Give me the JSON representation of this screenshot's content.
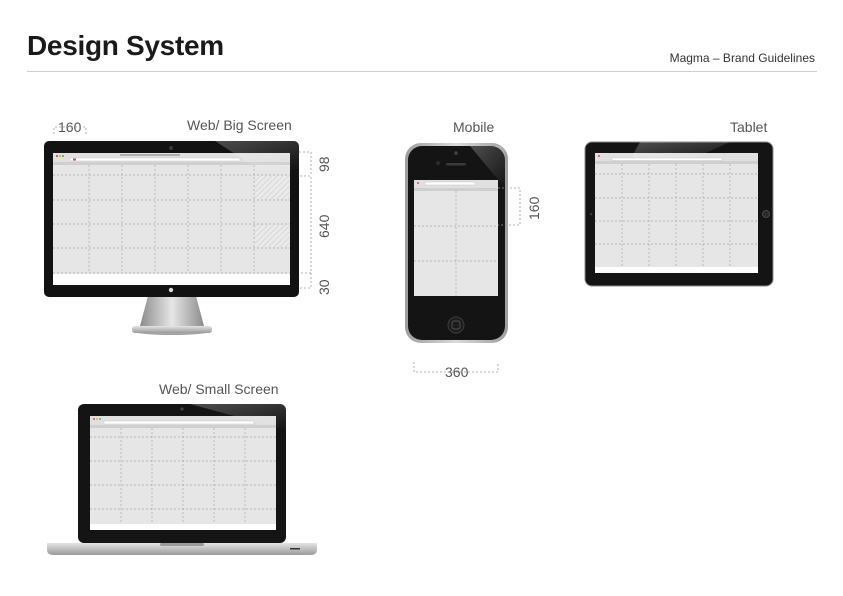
{
  "page": {
    "title": "Design System",
    "brand": "Magma – Brand Guidelines"
  },
  "devices": {
    "big_screen": {
      "label": "Web/ Big Screen",
      "column_width": "160",
      "header_height": "98",
      "content_height": "640",
      "footer_height": "30"
    },
    "mobile": {
      "label": "Mobile",
      "row_height": "160",
      "screen_width": "360"
    },
    "tablet": {
      "label": "Tablet"
    },
    "small_screen": {
      "label": "Web/ Small Screen"
    }
  },
  "colors": {
    "bezel": "#111111",
    "screen_bg": "#ececec",
    "grid_line": "#a8a8a8",
    "dimension": "#9a9a9a",
    "browser_dot": "#e24b3b"
  }
}
